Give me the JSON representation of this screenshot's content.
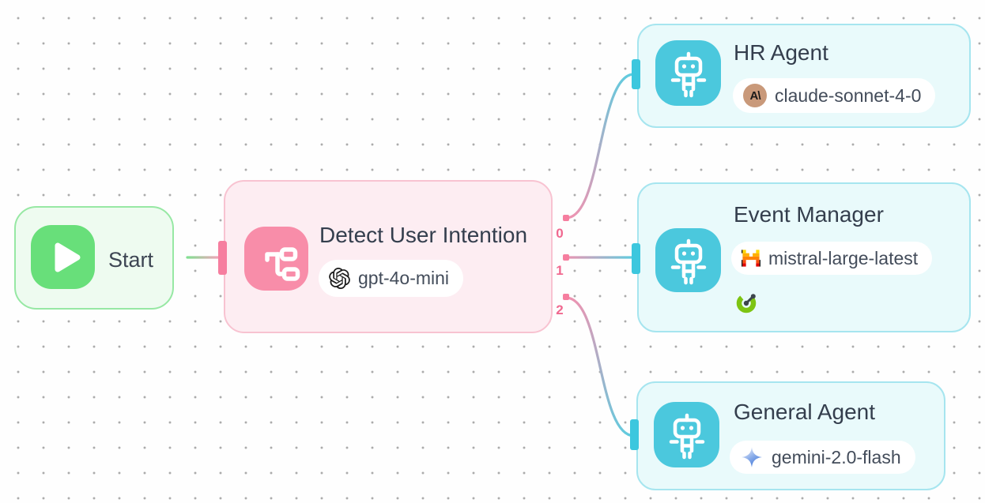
{
  "canvas": {
    "background": "#fefefe",
    "grid_dot_color": "#ababab"
  },
  "nodes": {
    "start": {
      "label": "Start",
      "icon": "play-icon",
      "accent": "#68df7a",
      "bg": "#eefbf0",
      "border": "#97e8a4"
    },
    "detect": {
      "title": "Detect User Intention",
      "icon": "branch-tree-icon",
      "model": "gpt-4o-mini",
      "model_provider_icon": "openai-icon",
      "accent": "#f88da9",
      "bg": "#fdedf2",
      "border": "#f8c3d1",
      "outputs": [
        {
          "label": "0"
        },
        {
          "label": "1"
        },
        {
          "label": "2"
        }
      ]
    },
    "hr": {
      "title": "HR Agent",
      "icon": "robot-icon",
      "model": "claude-sonnet-4-0",
      "model_provider_icon": "anthropic-icon",
      "provider_mark": "A\\",
      "provider_color": "#c9997a",
      "accent": "#4bc8dd",
      "bg": "#e9fafb",
      "border": "#a6e5ef"
    },
    "event": {
      "title": "Event Manager",
      "icon": "robot-icon",
      "model": "mistral-large-latest",
      "model_provider_icon": "mistral-icon",
      "tool_icon": "gauge-tool-icon",
      "accent": "#4bc8dd",
      "bg": "#e9fafb",
      "border": "#a6e5ef"
    },
    "general": {
      "title": "General Agent",
      "icon": "robot-icon",
      "model": "gemini-2.0-flash",
      "model_provider_icon": "gemini-icon",
      "accent": "#4bc8dd",
      "bg": "#e9fafb",
      "border": "#a6e5ef"
    }
  },
  "edges": [
    {
      "from": "start",
      "to": "detect",
      "colors": [
        "#82df92",
        "#f2a3ba"
      ]
    },
    {
      "from": "detect.output-0",
      "to": "hr",
      "colors": [
        "#ef93b1",
        "#5fccdf"
      ]
    },
    {
      "from": "detect.output-1",
      "to": "event",
      "colors": [
        "#ef93b1",
        "#5fccdf"
      ]
    },
    {
      "from": "detect.output-2",
      "to": "general",
      "colors": [
        "#ef93b1",
        "#5fccdf"
      ]
    }
  ]
}
